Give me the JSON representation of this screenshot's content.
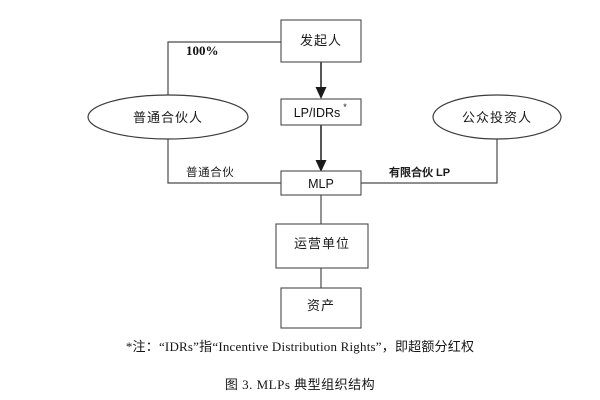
{
  "figure": {
    "caption": "图 3. MLPs 典型组织结构",
    "footnote": "*注：“IDRs”指“Incentive Distribution Rights”，即超额分红权"
  },
  "diagram": {
    "nodes": {
      "sponsor": {
        "label": "发起人",
        "shape": "rect"
      },
      "general_partner": {
        "label": "普通合伙人",
        "shape": "ellipse"
      },
      "lp_idrs": {
        "label": "LP/IDRs",
        "superscript": "*",
        "shape": "rect"
      },
      "public_investors": {
        "label": "公众投资人",
        "shape": "ellipse"
      },
      "mlp": {
        "label": "MLP",
        "shape": "rect"
      },
      "operating_unit": {
        "label": "运营单位",
        "shape": "rect"
      },
      "assets": {
        "label": "资产",
        "shape": "rect"
      }
    },
    "edge_labels": {
      "ownership_percent": "100%",
      "general_partnership": "普通合伙",
      "limited_partnership": "有限合伙 LP"
    },
    "colors": {
      "stroke": "#4a4a4a",
      "arrow": "#1a1a1a",
      "text": "#1a1a1a",
      "background": "#ffffff"
    }
  }
}
